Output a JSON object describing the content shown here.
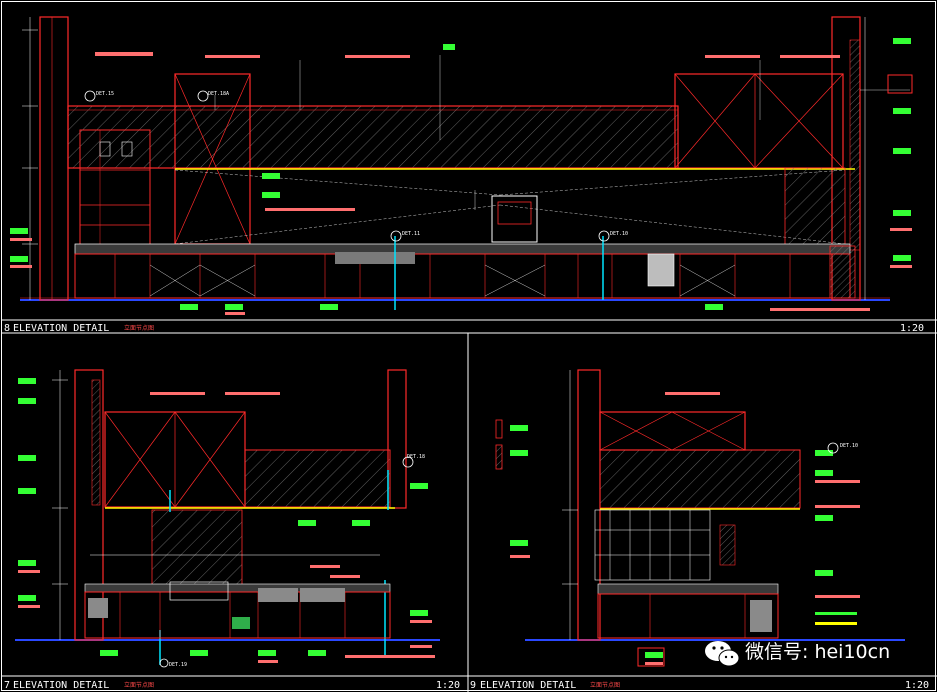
{
  "panels": [
    {
      "num": "8",
      "title": "ELEVATION DETAIL",
      "subtitle": "立面节点图",
      "scale": "1:20"
    },
    {
      "num": "7",
      "title": "ELEVATION DETAIL",
      "subtitle": "立面节点图",
      "scale": "1:20"
    },
    {
      "num": "9",
      "title": "ELEVATION DETAIL",
      "subtitle": "立面节点图",
      "scale": "1:20"
    }
  ],
  "det_marks": [
    {
      "text": "DET.15"
    },
    {
      "text": "DET.18A"
    },
    {
      "text": "DET.11"
    },
    {
      "text": "DET.10"
    },
    {
      "text": "DET.18"
    },
    {
      "text": "DET.10"
    },
    {
      "text": "DET.19"
    }
  ],
  "watermark": {
    "text": "微信号: hei10cn"
  },
  "colors": {
    "line_red": "#ff2a2a",
    "line_cyan": "#00e5ff",
    "line_yellow": "#ffff00",
    "tag_green": "#34ff34",
    "tag_pink": "#ff6f6f",
    "hatch": "#8a8a8a",
    "white": "#ffffff"
  }
}
